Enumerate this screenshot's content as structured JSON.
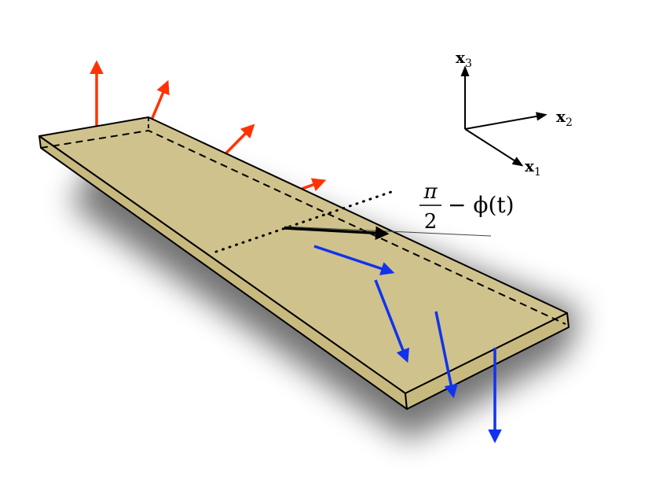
{
  "diagram": {
    "axes": {
      "x3": {
        "name": "x",
        "sub": "3"
      },
      "x2": {
        "name": "x",
        "sub": "2"
      },
      "x1": {
        "name": "x",
        "sub": "1"
      }
    },
    "angle_label": {
      "numerator": "π",
      "denominator": "2",
      "rest": "− ϕ(t)"
    },
    "colors": {
      "plate_top": "#cfc28c",
      "plate_side": "#c8ba7f",
      "red_arrow": "#ff3300",
      "blue_arrow": "#1133ee",
      "black_arrow": "#000000"
    }
  }
}
